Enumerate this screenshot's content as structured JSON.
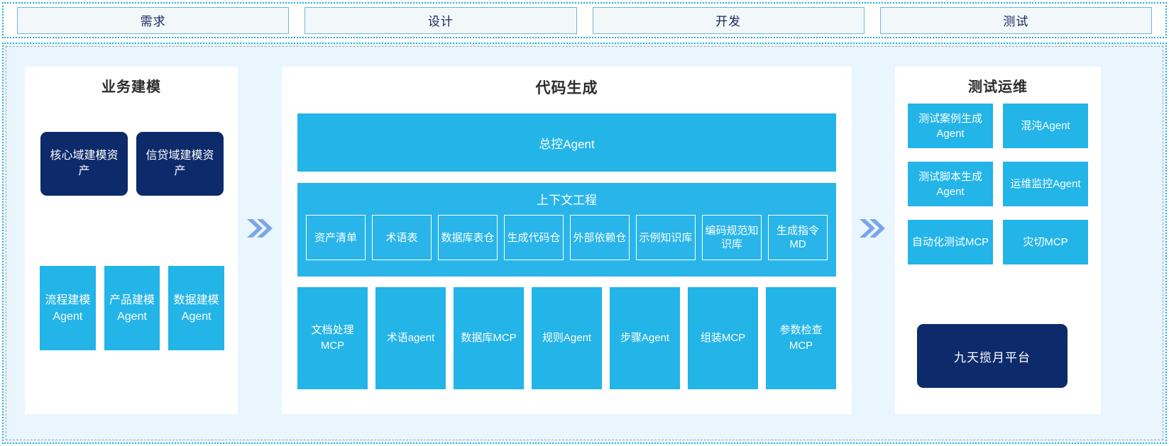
{
  "phases": {
    "items": [
      {
        "label": "需求"
      },
      {
        "label": "设计"
      },
      {
        "label": "开发"
      },
      {
        "label": "测试"
      }
    ]
  },
  "arrows": {
    "first": "double-chevron-right",
    "second": "double-chevron-right"
  },
  "panels": {
    "modeling": {
      "title": "业务建模",
      "assets": [
        {
          "label": "核心域建模资产"
        },
        {
          "label": "信贷域建模资产"
        }
      ],
      "agents": [
        {
          "label": "流程建模Agent"
        },
        {
          "label": "产品建模Agent"
        },
        {
          "label": "数据建模Agent"
        }
      ]
    },
    "codegen": {
      "title": "代码生成",
      "master_agent": "总控Agent",
      "context": {
        "title": "上下文工程",
        "items": [
          {
            "label": "资产清单"
          },
          {
            "label": "术语表"
          },
          {
            "label": "数据库表仓"
          },
          {
            "label": "生成代码仓"
          },
          {
            "label": "外部依赖仓"
          },
          {
            "label": "示例知识库"
          },
          {
            "label": "编码规范知识库"
          },
          {
            "label": "生成指令MD"
          }
        ]
      },
      "tools": [
        {
          "label": "文档处理MCP"
        },
        {
          "label": "术语agent"
        },
        {
          "label": "数据库MCP"
        },
        {
          "label": "规则Agent"
        },
        {
          "label": "步骤Agent"
        },
        {
          "label": "组装MCP"
        },
        {
          "label": "参数检查MCP"
        }
      ]
    },
    "testops": {
      "title": "测试运维",
      "cards": [
        {
          "label": "测试案例生成Agent"
        },
        {
          "label": "混沌Agent"
        },
        {
          "label": "测试脚本生成Agent"
        },
        {
          "label": "运维监控Agent"
        },
        {
          "label": "自动化测试MCP"
        },
        {
          "label": "灾切MCP"
        }
      ],
      "platform": "九天揽月平台"
    }
  },
  "colors": {
    "accent_blue": "#23b4e8",
    "navy": "#0d2a6b",
    "panel_bg": "#eaf6fd",
    "arrow": "#7aa6e8",
    "phase_border": "#6fb7d6",
    "phase_fill": "#f2f7fa"
  }
}
